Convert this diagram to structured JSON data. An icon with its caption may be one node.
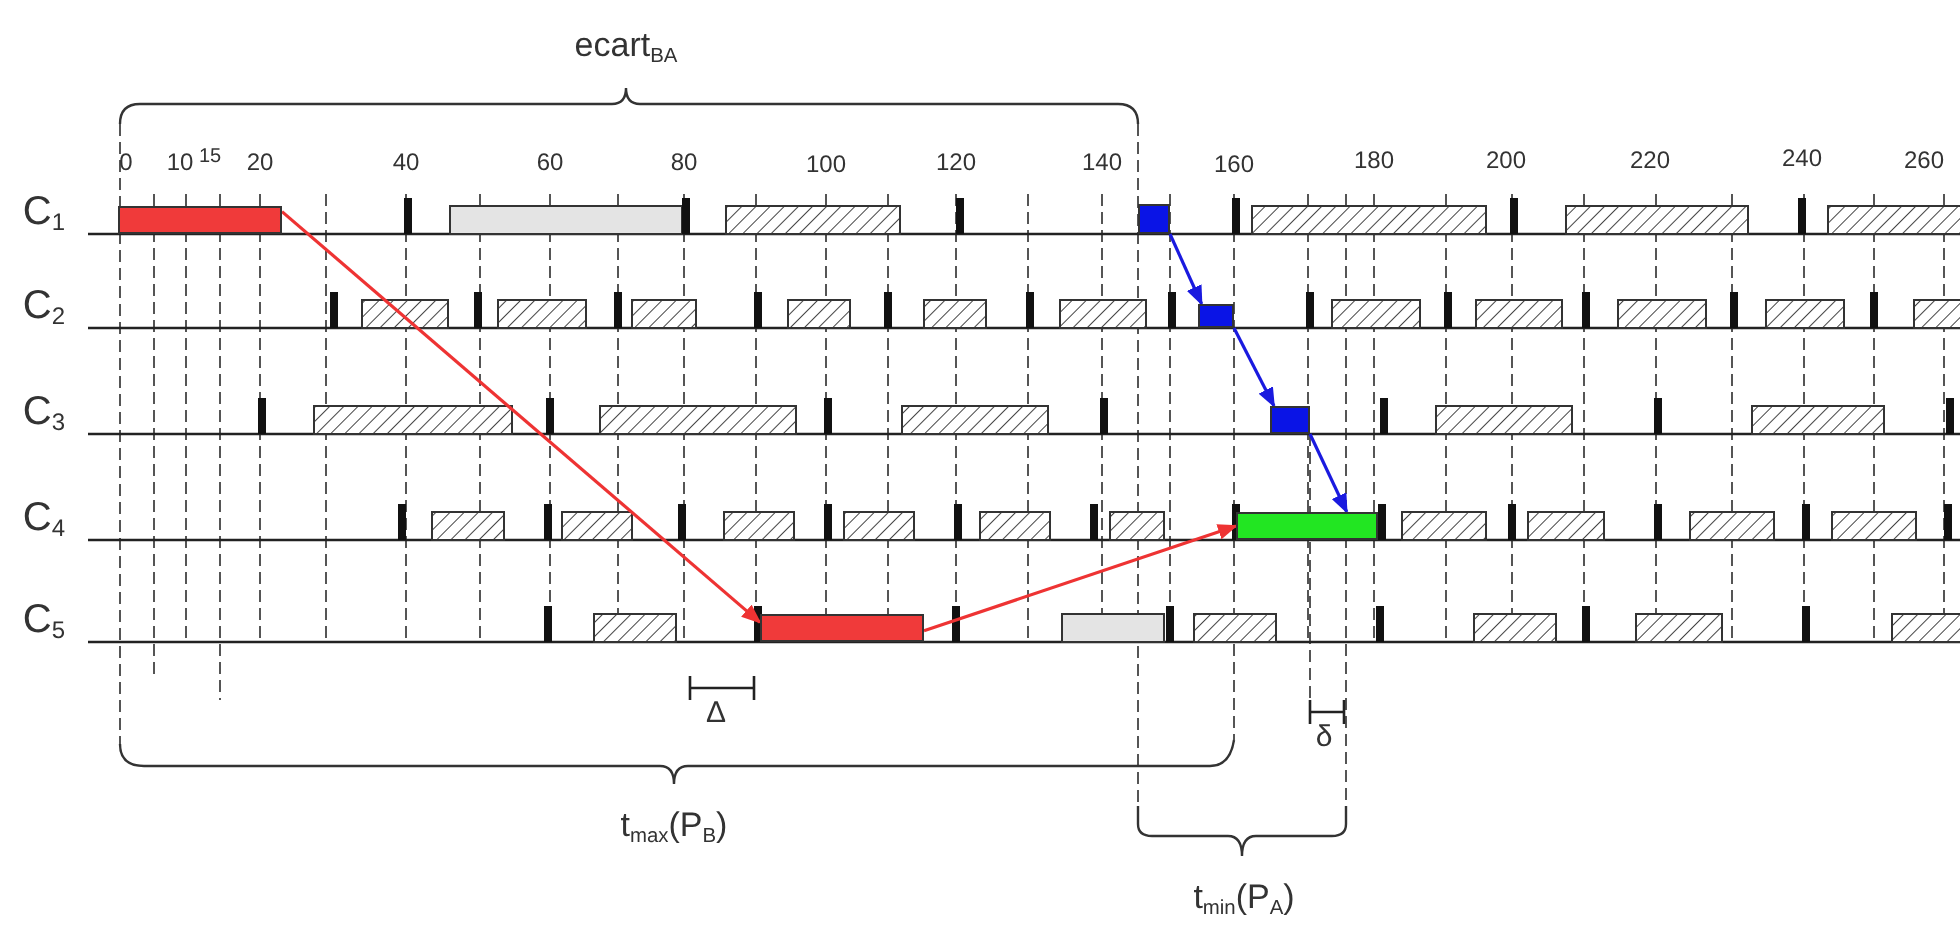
{
  "diagram": {
    "nodes": [
      {
        "text": [],
        "shape": "bar"
      },
      {
        "text": [],
        "shape": "bar"
      },
      {
        "text": [],
        "shape": "bar"
      },
      {
        "text": [],
        "shape": "bar"
      },
      {
        "text": [],
        "shape": "bar"
      },
      {
        "text": [],
        "shape": "bar"
      }
    ],
    "edges": [
      {
        "from": 0,
        "to": 1,
        "arrow": "to",
        "color": "#ee3333"
      },
      {
        "from": 1,
        "to": 2,
        "arrow": "to",
        "color": "#ee3333"
      },
      {
        "from": 3,
        "to": 4,
        "arrow": "to"
      },
      {
        "from": 4,
        "to": 5,
        "arrow": "to"
      },
      {
        "from": 5,
        "to": 2,
        "arrow": "to"
      }
    ],
    "labels": [
      "ecart$_{BA}$",
      "0",
      "10",
      "15",
      "20",
      "40",
      "60",
      "80",
      "100",
      "120",
      "140",
      "160",
      "180",
      "200",
      "220",
      "240",
      "260",
      "C$_{1}$",
      "C$_{2}$",
      "C$_{3}$",
      "C$_{4}$",
      "C$_{5}$",
      "Δ",
      "δ",
      "t$_{max}$(P$_{B}$)",
      "t$_{min}$(P$_{A}$)"
    ]
  }
}
